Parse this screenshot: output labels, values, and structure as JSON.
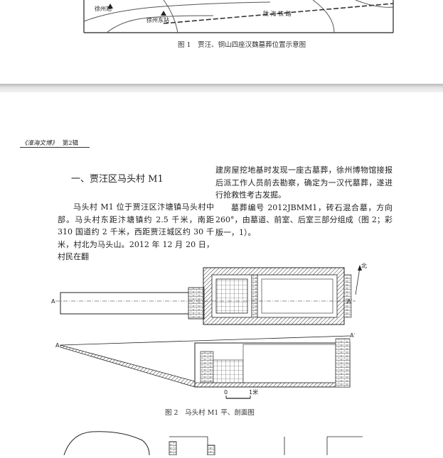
{
  "top_figure": {
    "map_labels": {
      "station_1": "徐州站",
      "station_2": "徐州东站",
      "railway": "陇 海 铁 路"
    },
    "caption": "图 1　贾汪、铜山四座汉魏墓葬位置示意图"
  },
  "running_header": {
    "journal_title": "《淮海文博》",
    "issue": "第2辑"
  },
  "section": {
    "heading": "一、贾汪区马头村 M1"
  },
  "body": {
    "left_paragraph": "马头村 M1 位于贾汪区汴塘镇马头村中部。马头村东距汴塘镇约 2.5 千米，南距 310 国道约 2 千米，西距贾汪城区约 30 千米，村北为马头山。2012 年 12 月 20 日，村民在翻",
    "right_paragraph_1": "建房屋挖地基时发现一座古墓葬，徐州博物馆接报后派工作人员前去勘察，确定为一汉代墓葬，遂进行抢救性考古发掘。",
    "right_paragraph_2": "墓葬编号 2012JBMM1，砖石混合墓，方向 260°，由墓道、前室、后室三部分组成（图 2；彩版一，1）。"
  },
  "figure_2": {
    "north_label": "北",
    "section_start_plan": "A",
    "section_end_plan": "A′",
    "section_start_profile": "A",
    "section_end_profile": "A′",
    "scale_zero": "0",
    "scale_end": "1米",
    "caption": "图 2　马头村 M1 平、剖面图"
  }
}
